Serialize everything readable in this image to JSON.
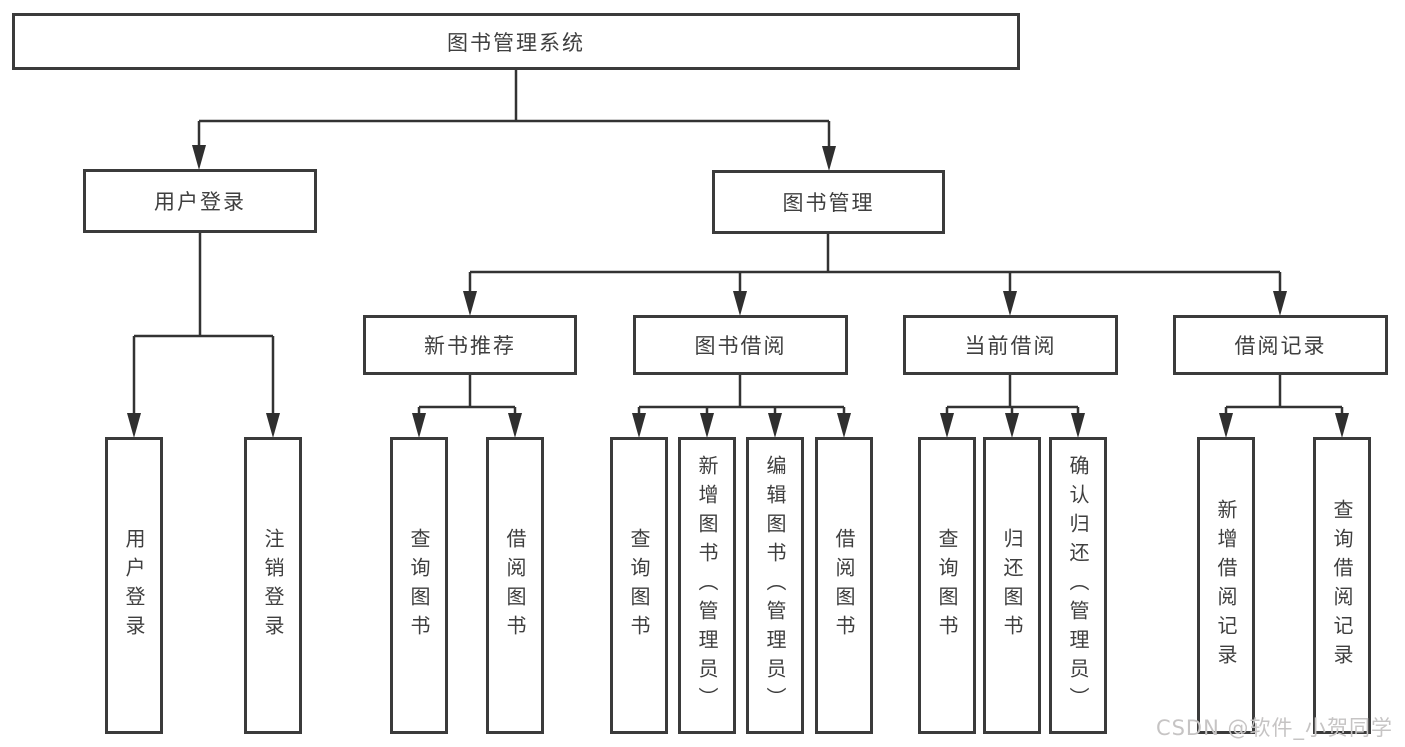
{
  "diagram": {
    "root": "图书管理系统",
    "level2": {
      "user_login": "用户登录",
      "book_management": "图书管理"
    },
    "level3": {
      "new_book_recommend": "新书推荐",
      "book_borrow": "图书借阅",
      "current_borrow": "当前借阅",
      "borrow_records": "借阅记录"
    },
    "leaves": {
      "user_login": [
        "用户登录",
        "注销登录"
      ],
      "new_book_recommend": [
        "查询图书",
        "借阅图书"
      ],
      "book_borrow": [
        "查询图书",
        "新增图书（管理员）",
        "编辑图书（管理员）",
        "借阅图书"
      ],
      "current_borrow": [
        "查询图书",
        "归还图书",
        "确认归还（管理员）"
      ],
      "borrow_records": [
        "新增借阅记录",
        "查询借阅记录"
      ]
    }
  },
  "watermark": "CSDN @软件_小贺同学",
  "colors": {
    "line": "#333333",
    "box_border": "#3b3b3b",
    "text": "#3f3f3f",
    "watermark": "#c6c4c4",
    "background": "#ffffff"
  }
}
